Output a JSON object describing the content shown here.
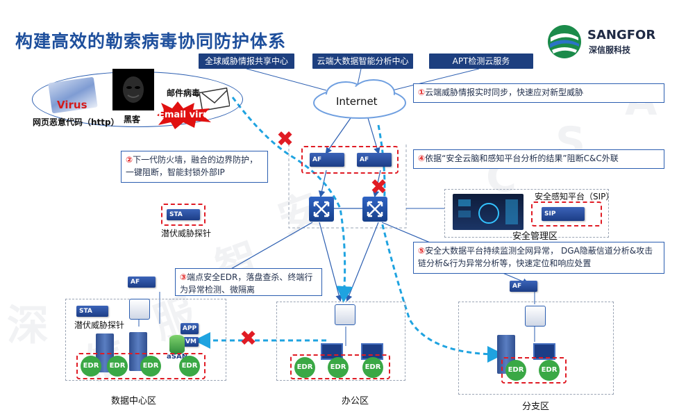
{
  "title": "构建高效的勒索病毒协同防护体系",
  "logo": {
    "brand": "SANGFOR",
    "sub": "深信服科技"
  },
  "cloud_services": [
    "全球威胁情报共享中心",
    "云端大数据智能分析中心",
    "APT检测云服务"
  ],
  "internet_label": "Internet",
  "threats": {
    "web_label": "网页恶意代码（http）",
    "virus_text": "Virus",
    "hacker_label": "黑客",
    "mail_label": "邮件病毒",
    "email_virus_text": "Email virus"
  },
  "notes": {
    "n1": {
      "num": "①",
      "text": "云端威胁情报实时同步，快速应对新型威胁"
    },
    "n2": {
      "num": "②",
      "text": "下一代防火墙，融合的边界防护，一键阻断，智能封锁外部IP"
    },
    "n3": {
      "num": "③",
      "text": "端点安全EDR，落盘查杀、终端行为异常检测、微隔离"
    },
    "n4": {
      "num": "④",
      "text": "依据“安全云脑和感知平台分析的结果”阻断C&C外联"
    },
    "n5": {
      "num": "⑤",
      "text": "安全大数据平台持续监测全网异常， DGA隐蔽信道分析&攻击链分析&行为异常分析等，快速定位和响应处置"
    }
  },
  "devices": {
    "af": "AF",
    "sta": "STA",
    "sip": "SIP",
    "app": "APP",
    "vm": "VM",
    "asan": "aSAN",
    "edr": "EDR"
  },
  "labels": {
    "probe": "潜伏威胁探针",
    "sip_platform": "安全感知平台（SIP）",
    "security_zone": "安全管理区",
    "datacenter": "数据中心区",
    "office": "办公区",
    "branch": "分支区"
  },
  "watermark": [
    "深",
    "信",
    "服",
    "智",
    "安",
    "C",
    "S",
    "A"
  ],
  "colors": {
    "title": "#1e4f9c",
    "cloud_box": "#1d3f7f",
    "edr": "#3aa845",
    "alert": "#e01b24",
    "path": "#1fa3e0"
  }
}
